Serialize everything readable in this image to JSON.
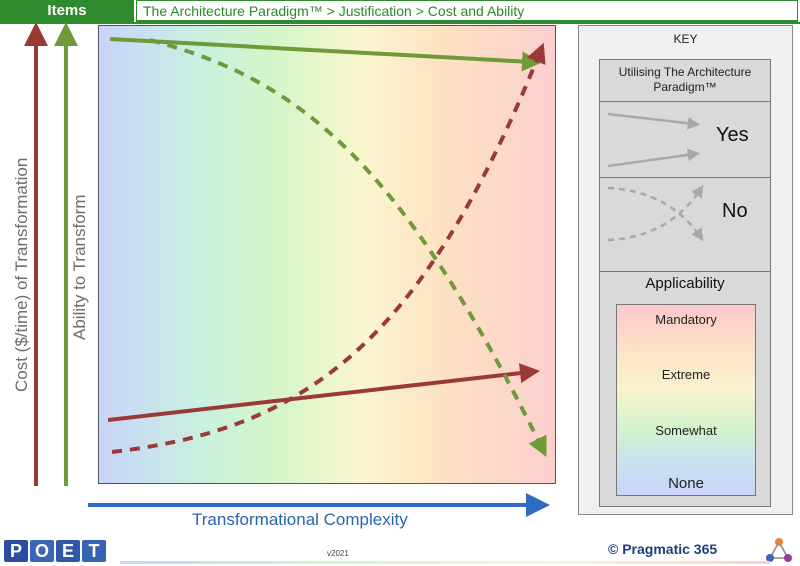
{
  "header": {
    "tab_label": "Items",
    "breadcrumb": "The Architecture Paradigm™ > Justification > Cost and Ability"
  },
  "axes": {
    "cost_label": "Cost ($/time) of Transformation",
    "ability_label": "Ability to Transform",
    "x_label": "Transformational Complexity"
  },
  "key": {
    "title": "KEY",
    "heading": "Utilising The Architecture Paradigm™",
    "yes": "Yes",
    "no": "No"
  },
  "applicability": {
    "title": "Applicability",
    "levels": [
      "Mandatory",
      "Extreme",
      "Somewhat",
      "None"
    ]
  },
  "footer": {
    "logo_letters": [
      "P",
      "O",
      "E",
      "T"
    ],
    "version": "v2021",
    "brand": "© Pragmatic 365"
  },
  "colors": {
    "cost": "#9a3a36",
    "ability": "#6f9a3a",
    "complexity": "#2f6bc0",
    "key_arrow": "#a8a8a8"
  }
}
